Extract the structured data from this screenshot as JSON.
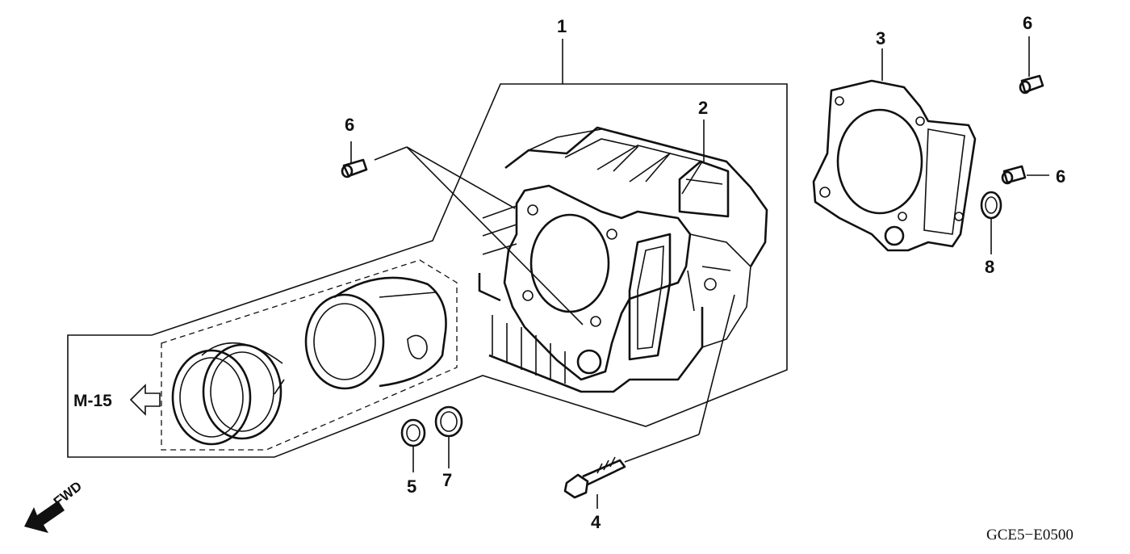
{
  "callouts": [
    "1",
    "2",
    "3",
    "4",
    "5",
    "6",
    "6",
    "6",
    "7",
    "8"
  ],
  "reference": "M-15",
  "direction": "FWD",
  "diagram_code": "GCE5−E0500",
  "icons": [
    "forward-arrow-icon",
    "reference-arrow-icon"
  ]
}
